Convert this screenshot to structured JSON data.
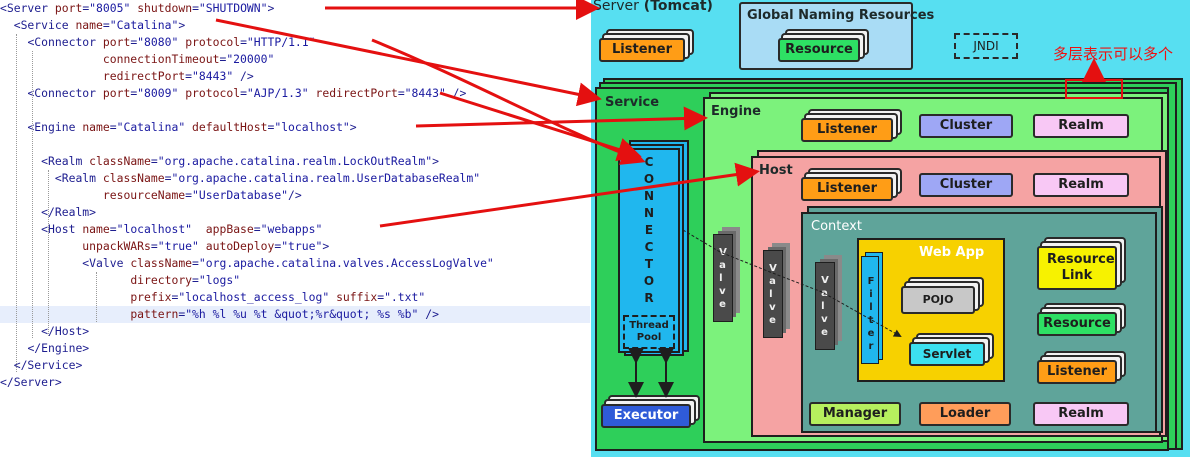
{
  "code_lines": [
    {
      "indent": "",
      "parts": [
        [
          "tg",
          "<Server "
        ],
        [
          "at",
          "port"
        ],
        [
          "eq",
          "="
        ],
        [
          "vl",
          "\"8005\""
        ],
        [
          "tg",
          " "
        ],
        [
          "at",
          "shutdown"
        ],
        [
          "eq",
          "="
        ],
        [
          "vl",
          "\"SHUTDOWN\""
        ],
        [
          "tg",
          ">"
        ]
      ]
    },
    {
      "indent": "  ",
      "parts": [
        [
          "tg",
          "<Service "
        ],
        [
          "at",
          "name"
        ],
        [
          "eq",
          "="
        ],
        [
          "vl",
          "\"Catalina\""
        ],
        [
          "tg",
          ">"
        ]
      ]
    },
    {
      "indent": "    ",
      "parts": [
        [
          "tg",
          "<Connector "
        ],
        [
          "at",
          "port"
        ],
        [
          "eq",
          "="
        ],
        [
          "vl",
          "\"8080\""
        ],
        [
          "tg",
          " "
        ],
        [
          "at",
          "protocol"
        ],
        [
          "eq",
          "="
        ],
        [
          "vl",
          "\"HTTP/1.1\""
        ]
      ]
    },
    {
      "indent": "               ",
      "parts": [
        [
          "at",
          "connectionTimeout"
        ],
        [
          "eq",
          "="
        ],
        [
          "vl",
          "\"20000\""
        ]
      ]
    },
    {
      "indent": "               ",
      "parts": [
        [
          "at",
          "redirectPort"
        ],
        [
          "eq",
          "="
        ],
        [
          "vl",
          "\"8443\""
        ],
        [
          "tg",
          " />"
        ]
      ]
    },
    {
      "indent": "    ",
      "parts": [
        [
          "tg",
          "<Connector "
        ],
        [
          "at",
          "port"
        ],
        [
          "eq",
          "="
        ],
        [
          "vl",
          "\"8009\""
        ],
        [
          "tg",
          " "
        ],
        [
          "at",
          "protocol"
        ],
        [
          "eq",
          "="
        ],
        [
          "vl",
          "\"AJP/1.3\""
        ],
        [
          "tg",
          " "
        ],
        [
          "at",
          "redirectPort"
        ],
        [
          "eq",
          "="
        ],
        [
          "vl",
          "\"8443\""
        ],
        [
          "tg",
          " />"
        ]
      ]
    },
    {
      "indent": "",
      "parts": []
    },
    {
      "indent": "    ",
      "parts": [
        [
          "tg",
          "<Engine "
        ],
        [
          "at",
          "name"
        ],
        [
          "eq",
          "="
        ],
        [
          "vl",
          "\"Catalina\""
        ],
        [
          "tg",
          " "
        ],
        [
          "at",
          "defaultHost"
        ],
        [
          "eq",
          "="
        ],
        [
          "vl",
          "\"localhost\""
        ],
        [
          "tg",
          ">"
        ]
      ]
    },
    {
      "indent": "",
      "parts": []
    },
    {
      "indent": "      ",
      "parts": [
        [
          "tg",
          "<Realm "
        ],
        [
          "at",
          "className"
        ],
        [
          "eq",
          "="
        ],
        [
          "vl",
          "\"org.apache.catalina.realm.LockOutRealm\""
        ],
        [
          "tg",
          ">"
        ]
      ]
    },
    {
      "indent": "        ",
      "parts": [
        [
          "tg",
          "<Realm "
        ],
        [
          "at",
          "className"
        ],
        [
          "eq",
          "="
        ],
        [
          "vl",
          "\"org.apache.catalina.realm.UserDatabaseRealm\""
        ]
      ]
    },
    {
      "indent": "               ",
      "parts": [
        [
          "at",
          "resourceName"
        ],
        [
          "eq",
          "="
        ],
        [
          "vl",
          "\"UserDatabase\""
        ],
        [
          "tg",
          "/>"
        ]
      ]
    },
    {
      "indent": "      ",
      "parts": [
        [
          "tg",
          "</Realm>"
        ]
      ]
    },
    {
      "indent": "      ",
      "parts": [
        [
          "tg",
          "<Host "
        ],
        [
          "at",
          "name"
        ],
        [
          "eq",
          "="
        ],
        [
          "vl",
          "\"localhost\""
        ],
        [
          "tg",
          "  "
        ],
        [
          "at",
          "appBase"
        ],
        [
          "eq",
          "="
        ],
        [
          "vl",
          "\"webapps\""
        ]
      ]
    },
    {
      "indent": "            ",
      "parts": [
        [
          "at",
          "unpackWARs"
        ],
        [
          "eq",
          "="
        ],
        [
          "vl",
          "\"true\""
        ],
        [
          "tg",
          " "
        ],
        [
          "at",
          "autoDeploy"
        ],
        [
          "eq",
          "="
        ],
        [
          "vl",
          "\"true\""
        ],
        [
          "tg",
          ">"
        ]
      ]
    },
    {
      "indent": "            ",
      "parts": [
        [
          "tg",
          "<Valve "
        ],
        [
          "at",
          "className"
        ],
        [
          "eq",
          "="
        ],
        [
          "vl",
          "\"org.apache.catalina.valves.AccessLogValve\""
        ]
      ]
    },
    {
      "indent": "                   ",
      "parts": [
        [
          "at",
          "directory"
        ],
        [
          "eq",
          "="
        ],
        [
          "vl",
          "\"logs\""
        ]
      ]
    },
    {
      "indent": "                   ",
      "parts": [
        [
          "at",
          "prefix"
        ],
        [
          "eq",
          "="
        ],
        [
          "vl",
          "\"localhost_access_log\""
        ],
        [
          "tg",
          " "
        ],
        [
          "at",
          "suffix"
        ],
        [
          "eq",
          "="
        ],
        [
          "vl",
          "\".txt\""
        ]
      ]
    },
    {
      "indent": "                   ",
      "parts": [
        [
          "at",
          "pattern"
        ],
        [
          "eq",
          "="
        ],
        [
          "vl",
          "\"%h %l %u %t &quot;%r&quot; %s %b\""
        ],
        [
          "tg",
          " />"
        ]
      ]
    },
    {
      "indent": "      ",
      "parts": [
        [
          "tg",
          "</Host>"
        ]
      ]
    },
    {
      "indent": "    ",
      "parts": [
        [
          "tg",
          "</Engine>"
        ]
      ]
    },
    {
      "indent": "  ",
      "parts": [
        [
          "tg",
          "</Service>"
        ]
      ]
    },
    {
      "indent": "",
      "parts": [
        [
          "tg",
          "</Server>"
        ]
      ]
    }
  ],
  "highlighted_line": 18,
  "diagram": {
    "server_label": "Server",
    "server_name": "(Tomcat)",
    "global_naming_resources": "Global Naming Resources",
    "server_listener": "Listener",
    "global_resource": "Resource",
    "jndi": "JNDI",
    "service": "Service",
    "connector_letters": [
      "C",
      "O",
      "N",
      "N",
      "E",
      "C",
      "T",
      "O",
      "R"
    ],
    "thread_pool": "Thread Pool",
    "executor": "Executor",
    "engine": "Engine",
    "engine_listener": "Listener",
    "engine_cluster": "Cluster",
    "engine_realm": "Realm",
    "host": "Host",
    "host_listener": "Listener",
    "host_cluster": "Cluster",
    "host_realm": "Realm",
    "context": "Context",
    "web_app": "Web App",
    "pojo": "POJO",
    "servlet": "Servlet",
    "filter_letters": [
      "F",
      "i",
      "l",
      "t",
      "e",
      "r"
    ],
    "valve_letters": [
      "V",
      "a",
      "l",
      "v",
      "e"
    ],
    "resource_link": "Resource Link",
    "context_resource": "Resource",
    "context_listener": "Listener",
    "manager": "Manager",
    "loader": "Loader",
    "context_realm": "Realm"
  },
  "annotation": "多层表示可以多个",
  "colors": {
    "background": "#57dff1",
    "service": "#2ecf5a",
    "engine": "#7cf27c",
    "host": "#f5a3a3",
    "context": "#5fa49a",
    "webapp": "#f7d100",
    "connector": "#20b7ee",
    "executor": "#2f5bd8",
    "listener": "#ff9d16",
    "cluster": "#9ea7f5",
    "realm": "#f8c8f5",
    "resource": "#2ee064",
    "manager": "#b6ef5e",
    "arrow": "#e41010"
  }
}
